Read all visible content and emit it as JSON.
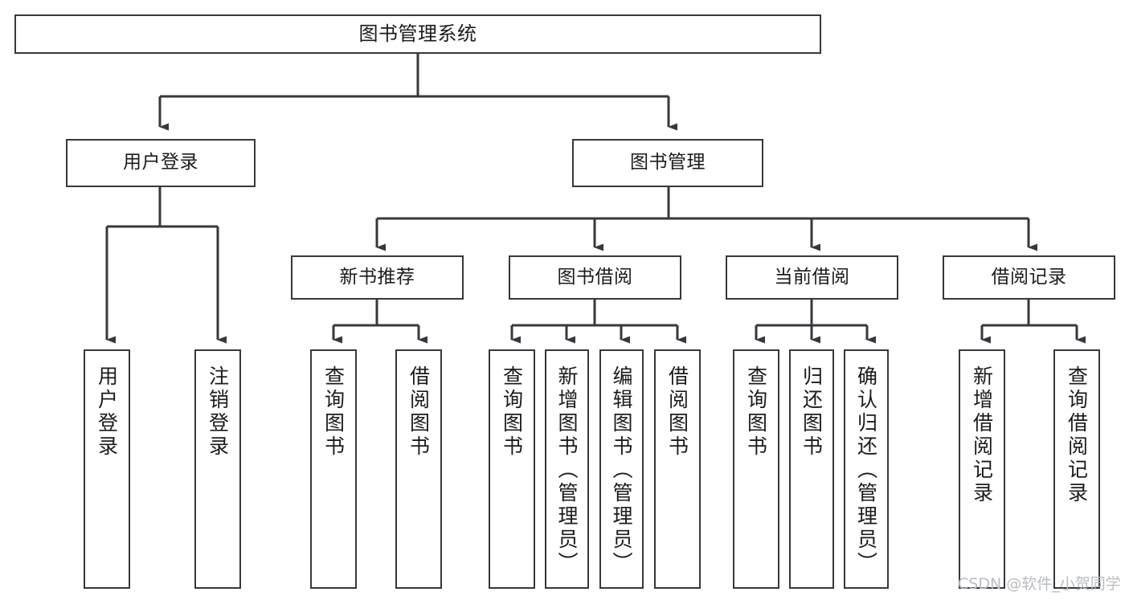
{
  "diagram": {
    "title": "图书管理系统",
    "type": "tree-hierarchy",
    "orientation": "top-down",
    "colors": {
      "box_border": "#35383d",
      "box_fill": "#ffffff",
      "connector": "#35383d",
      "text": "#1b1b1b",
      "watermark": "#b9bcc0",
      "background": "#ffffff"
    },
    "root": {
      "label": "图书管理系统"
    },
    "level2": [
      {
        "label": "用户登录"
      },
      {
        "label": "图书管理"
      }
    ],
    "level3": [
      {
        "label": "新书推荐"
      },
      {
        "label": "图书借阅"
      },
      {
        "label": "当前借阅"
      },
      {
        "label": "借阅记录"
      }
    ],
    "leaves": {
      "user_login": [
        {
          "label": "用户登录"
        },
        {
          "label": "注销登录"
        }
      ],
      "new_book_recommend": [
        {
          "label": "查询图书"
        },
        {
          "label": "借阅图书"
        }
      ],
      "book_borrow": [
        {
          "label": "查询图书"
        },
        {
          "label": "新增图书（管理员）"
        },
        {
          "label": "编辑图书（管理员）"
        },
        {
          "label": "借阅图书"
        }
      ],
      "current_borrow": [
        {
          "label": "查询图书"
        },
        {
          "label": "归还图书"
        },
        {
          "label": "确认归还（管理员）"
        }
      ],
      "borrow_record": [
        {
          "label": "新增借阅记录"
        },
        {
          "label": "查询借阅记录"
        }
      ]
    }
  },
  "watermark": {
    "text": "CSDN @软件_小贺同学"
  }
}
